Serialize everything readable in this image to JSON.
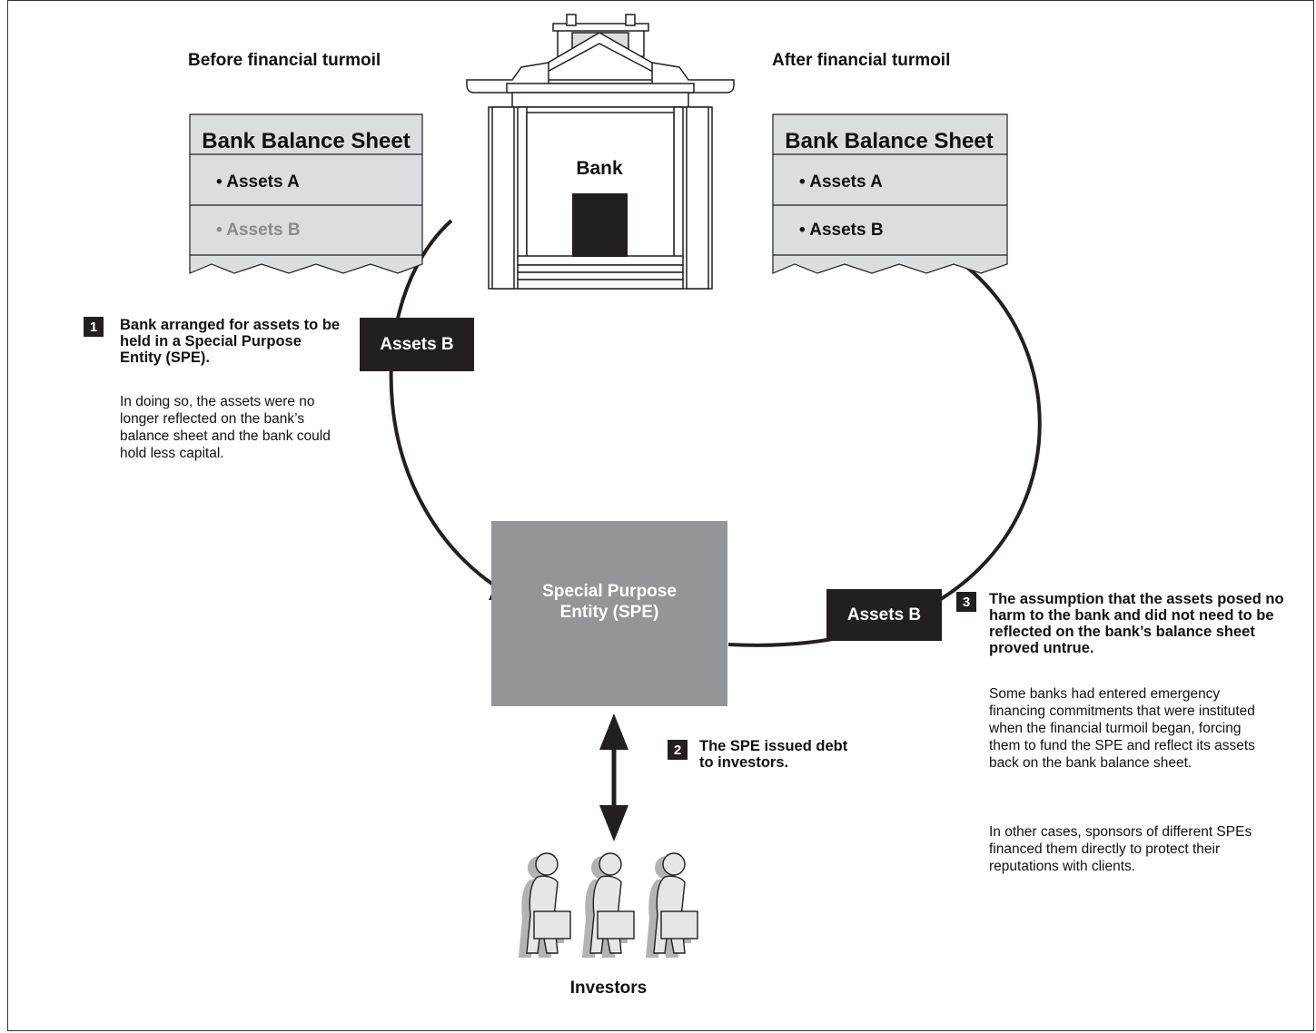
{
  "headings": {
    "before": "Before financial turmoil",
    "after": "After financial turmoil"
  },
  "bank": {
    "label": "Bank"
  },
  "sheet_before": {
    "title": "Bank Balance Sheet",
    "row_a": "• Assets A",
    "row_b": "• Assets B"
  },
  "sheet_after": {
    "title": "Bank Balance Sheet",
    "row_a": "• Assets A",
    "row_b": "• Assets B"
  },
  "tags": {
    "assets_b_left": "Assets B",
    "assets_b_right": "Assets B"
  },
  "spe": {
    "label": "Special Purpose Entity (SPE)"
  },
  "investors": {
    "label": "Investors"
  },
  "step1": {
    "number": "1",
    "head": "Bank arranged for assets to be held in a Special Purpose Entity (SPE).",
    "body": "In doing so, the assets were no longer reflected on the bank’s balance sheet and the bank could hold less capital."
  },
  "step2": {
    "number": "2",
    "head": "The SPE issued debt to investors."
  },
  "step3": {
    "number": "3",
    "head": "The assumption that the assets posed no harm to the bank and did not need to be reflected on the bank’s balance sheet proved untrue.",
    "body1": "Some banks had entered emergency financing commitments that were instituted when the financial turmoil began, forcing them to fund the SPE and reflect its assets back on the bank balance sheet.",
    "body2": "In other cases, sponsors of different SPEs financed them directly to protect their reputations with clients."
  },
  "colors": {
    "dark": "#231f20",
    "sheet_fill": "#dcdddf",
    "spe_fill": "#939598",
    "faded_text": "#8a8a8a"
  }
}
